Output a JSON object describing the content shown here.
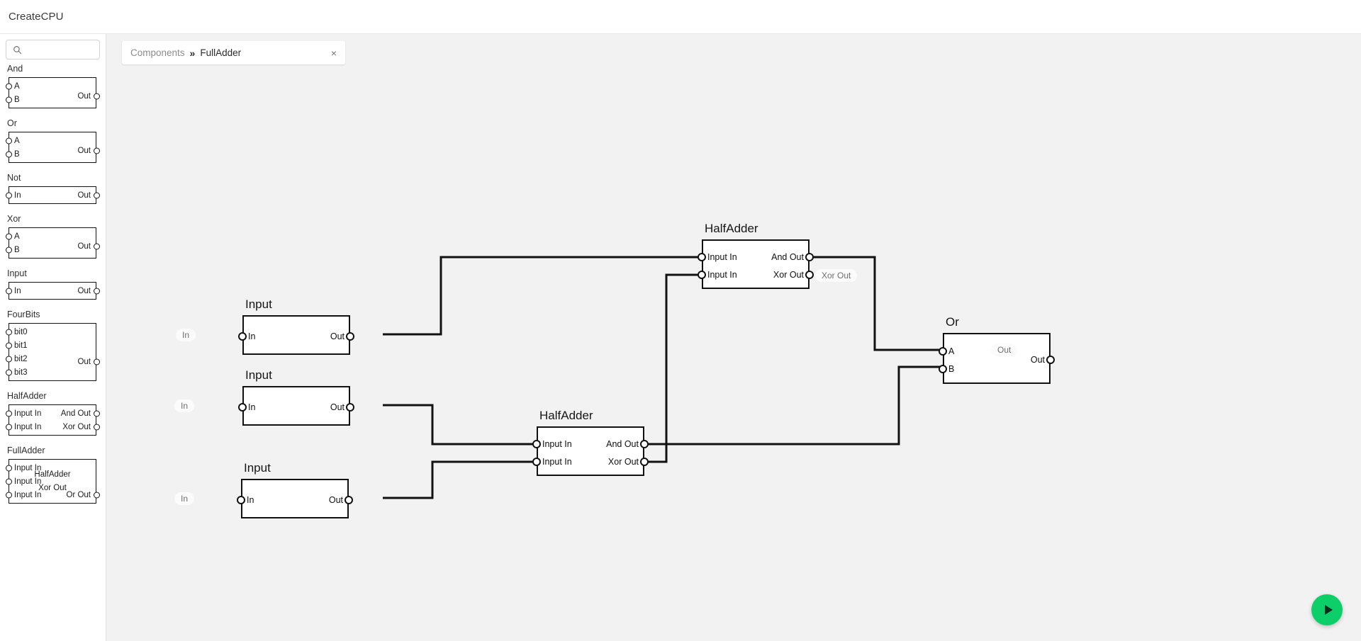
{
  "app": {
    "title": "CreateCPU"
  },
  "search": {
    "placeholder": "",
    "value": "",
    "icon": "search-icon"
  },
  "tab": {
    "breadcrumb": "Components",
    "separator": "»",
    "name": "FullAdder",
    "close": "×"
  },
  "palette": {
    "items": [
      {
        "name": "And",
        "inputs": [
          "A",
          "B"
        ],
        "outputs": [
          "Out"
        ],
        "center": []
      },
      {
        "name": "Or",
        "inputs": [
          "A",
          "B"
        ],
        "outputs": [
          "Out"
        ],
        "center": []
      },
      {
        "name": "Not",
        "inputs": [
          "In"
        ],
        "outputs": [
          "Out"
        ],
        "center": []
      },
      {
        "name": "Xor",
        "inputs": [
          "A",
          "B"
        ],
        "outputs": [
          "Out"
        ],
        "center": []
      },
      {
        "name": "Input",
        "inputs": [
          "In"
        ],
        "outputs": [
          "Out"
        ],
        "center": []
      },
      {
        "name": "FourBits",
        "inputs": [
          "bit0",
          "bit1",
          "bit2",
          "bit3"
        ],
        "outputs": [
          "Out"
        ],
        "center": []
      },
      {
        "name": "HalfAdder",
        "inputs": [
          "Input In",
          "Input In"
        ],
        "outputs": [
          "And Out",
          "Xor Out"
        ],
        "center": []
      },
      {
        "name": "FullAdder",
        "inputs": [
          "Input In",
          "Input In",
          "Input In"
        ],
        "outputs": [
          "",
          "",
          "Or Out"
        ],
        "center": [
          "HalfAdder",
          "Xor Out"
        ]
      }
    ]
  },
  "canvas": {
    "nodes": [
      {
        "id": "input1",
        "title": "Input",
        "inputs": [
          "In"
        ],
        "outputs": [
          "Out"
        ],
        "badge": "In"
      },
      {
        "id": "input2",
        "title": "Input",
        "inputs": [
          "In"
        ],
        "outputs": [
          "Out"
        ],
        "badge": "In"
      },
      {
        "id": "input3",
        "title": "Input",
        "inputs": [
          "In"
        ],
        "outputs": [
          "Out"
        ],
        "badge": "In"
      },
      {
        "id": "halfadder1",
        "title": "HalfAdder",
        "inputs": [
          "Input In",
          "Input In"
        ],
        "outputs": [
          "And Out",
          "Xor Out"
        ],
        "badge": "Xor Out"
      },
      {
        "id": "halfadder2",
        "title": "HalfAdder",
        "inputs": [
          "Input In",
          "Input In"
        ],
        "outputs": [
          "And Out",
          "Xor Out"
        ],
        "badge": ""
      },
      {
        "id": "or1",
        "title": "Or",
        "inputs": [
          "A",
          "B"
        ],
        "outputs": [
          "Out"
        ],
        "badge": "Out"
      }
    ]
  },
  "run": {
    "label": "run-simulation",
    "color": "#0ccf6a"
  }
}
